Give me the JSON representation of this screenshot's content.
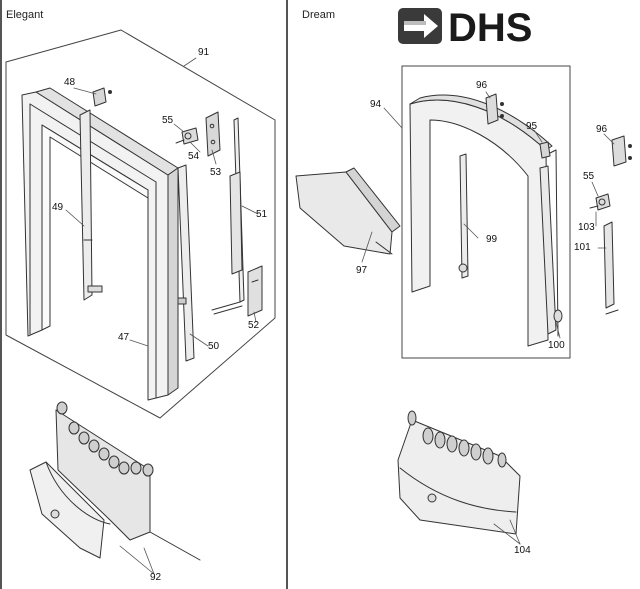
{
  "panels": {
    "left_title": "Elegant",
    "right_title": "Dream"
  },
  "logo": {
    "text": "DHS",
    "icon": "arrow-right-icon",
    "color": "#1a1a1a"
  },
  "part_numbers": {
    "p91": "91",
    "p48": "48",
    "p55a": "55",
    "p54": "54",
    "p53": "53",
    "p49": "49",
    "p51": "51",
    "p52": "52",
    "p47": "47",
    "p50": "50",
    "p92": "92",
    "p94": "94",
    "p96a": "96",
    "p95": "95",
    "p96b": "96",
    "p55b": "55",
    "p103": "103",
    "p99": "99",
    "p101": "101",
    "p97": "97",
    "p100": "100",
    "p104": "104"
  }
}
